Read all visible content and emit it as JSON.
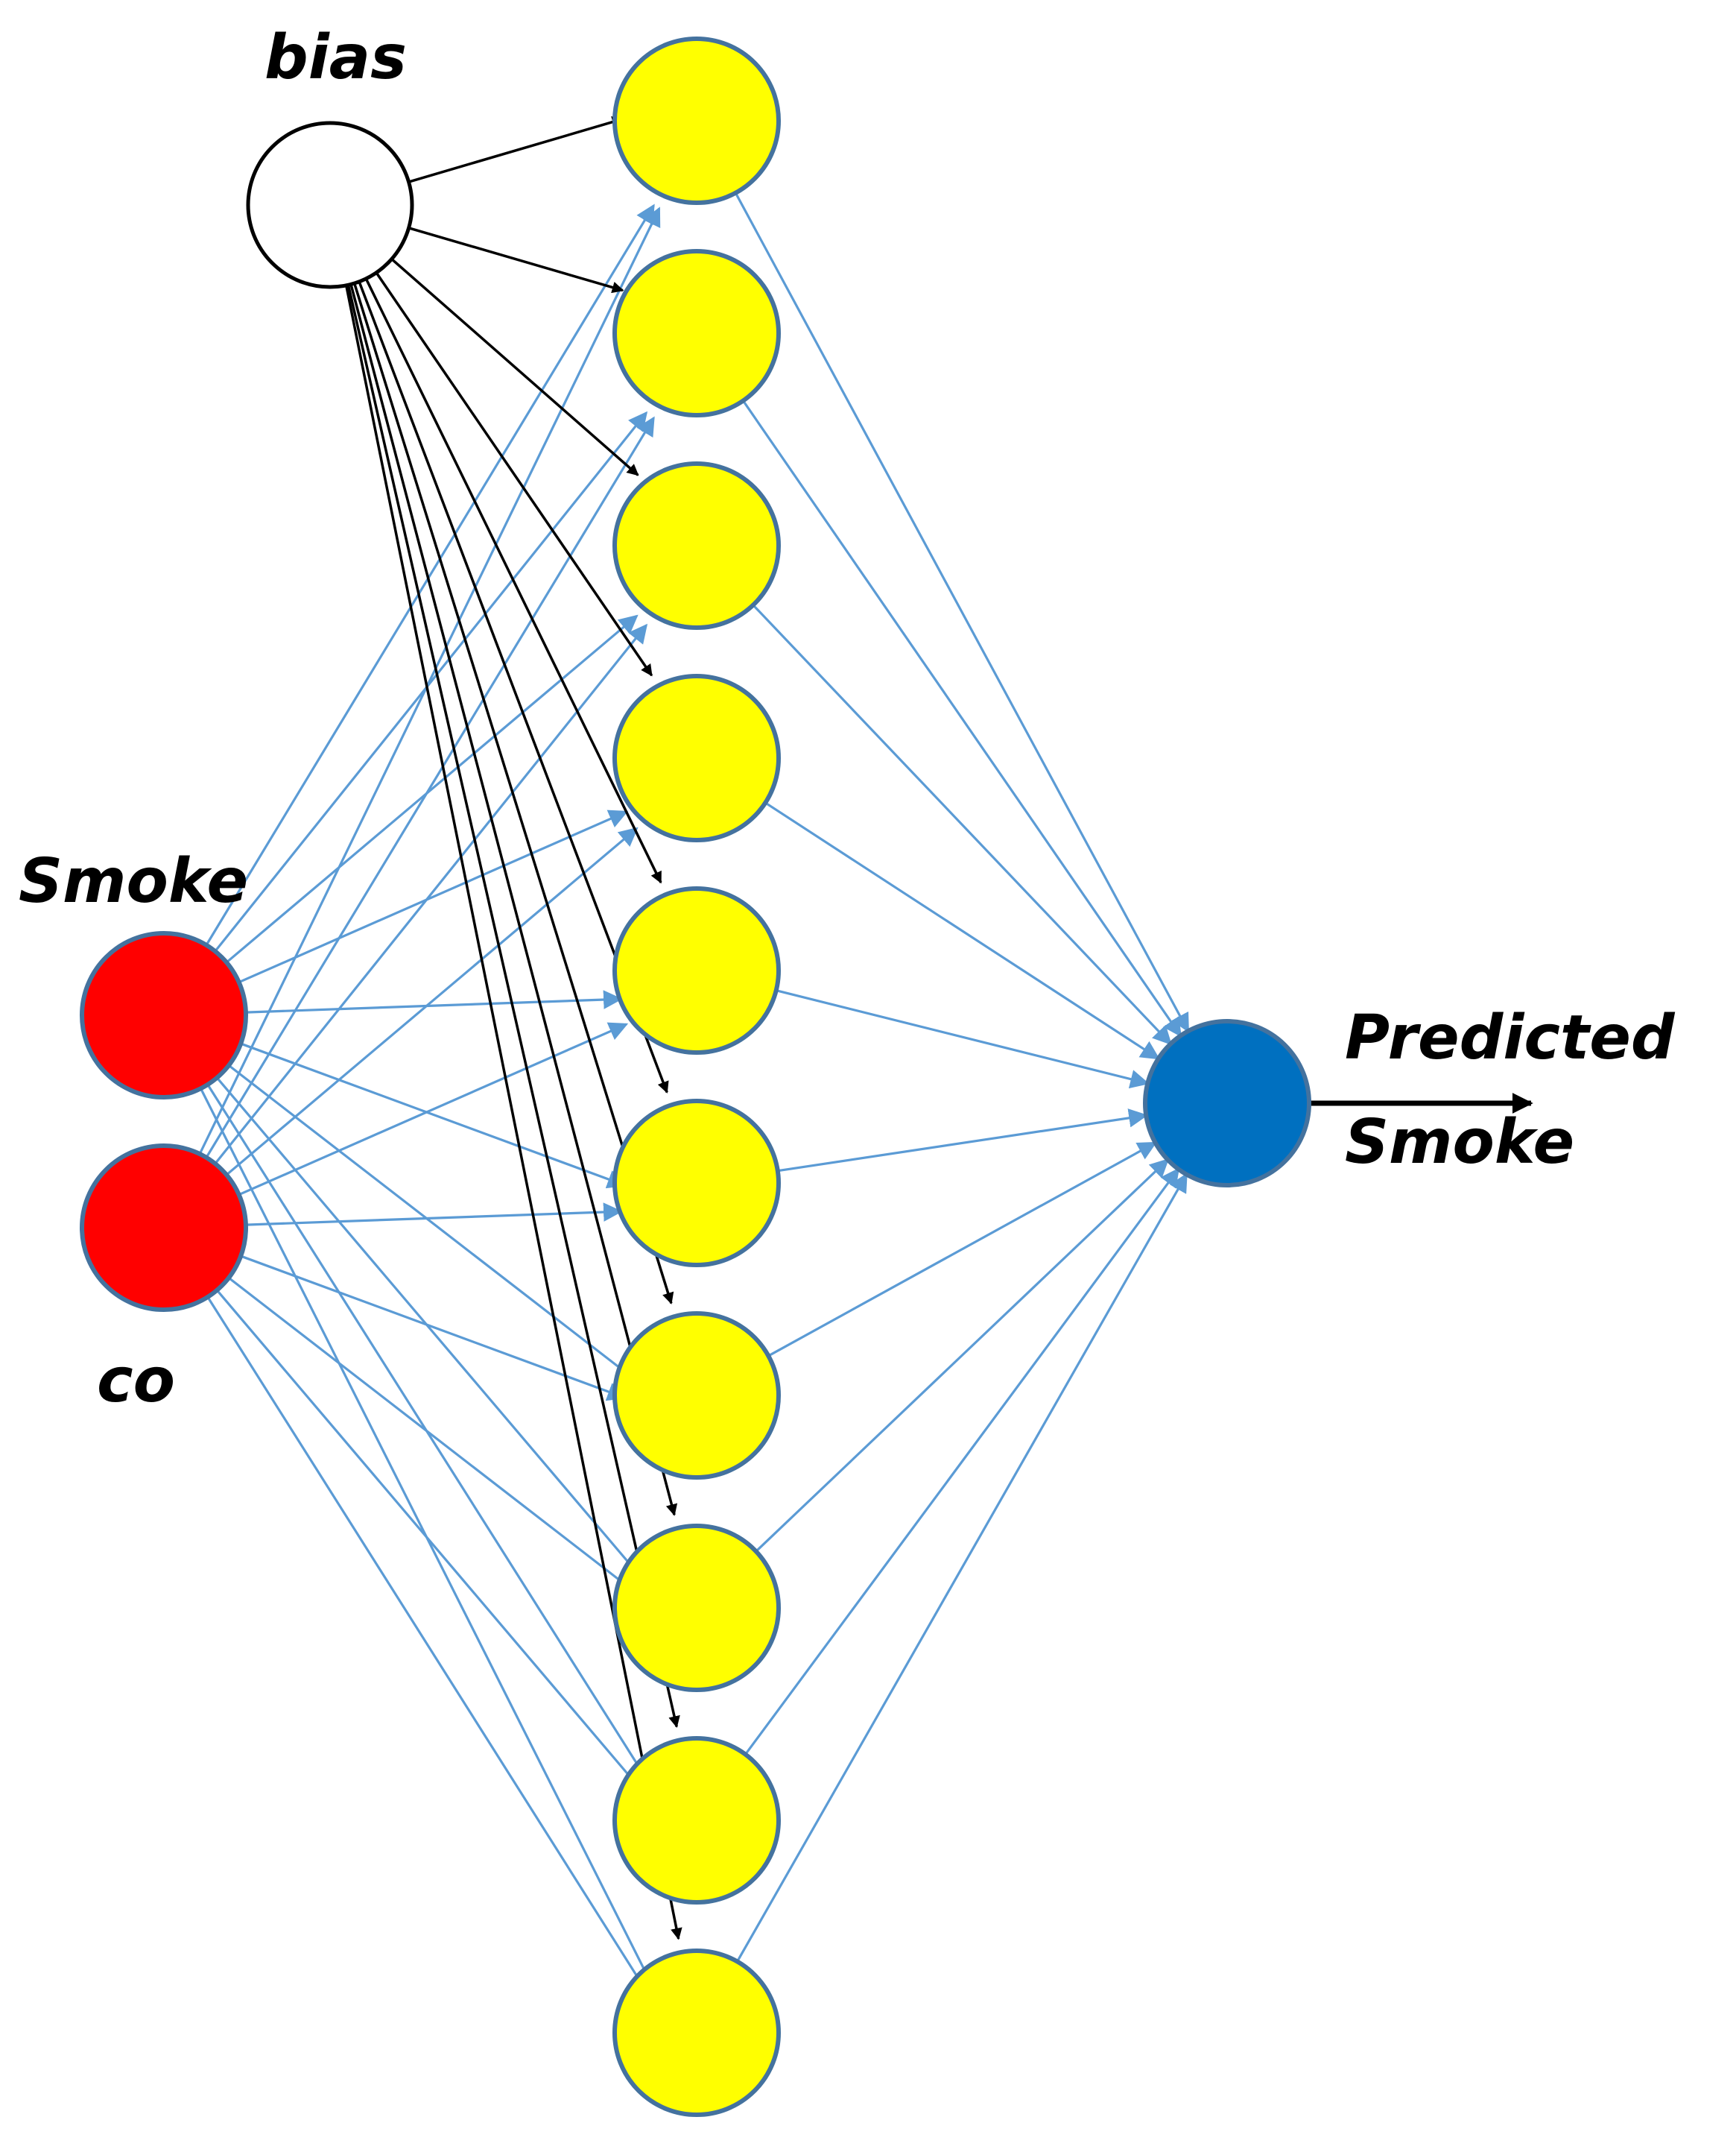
{
  "labels": {
    "bias": "bias",
    "input_1": "Smoke",
    "input_2": "co",
    "output_line_1": "Predicted",
    "output_line_2": "Smoke"
  },
  "network": {
    "input_nodes": 2,
    "bias_nodes": 1,
    "hidden_nodes": 10,
    "output_nodes": 1
  },
  "colors": {
    "input_fill": "#ff0000",
    "hidden_fill": "#ffff00",
    "output_fill": "#0070c0",
    "bias_fill": "#ffffff",
    "node_stroke": "#44729e",
    "weight_line": "#5b9bd5",
    "bias_line": "#000000"
  }
}
